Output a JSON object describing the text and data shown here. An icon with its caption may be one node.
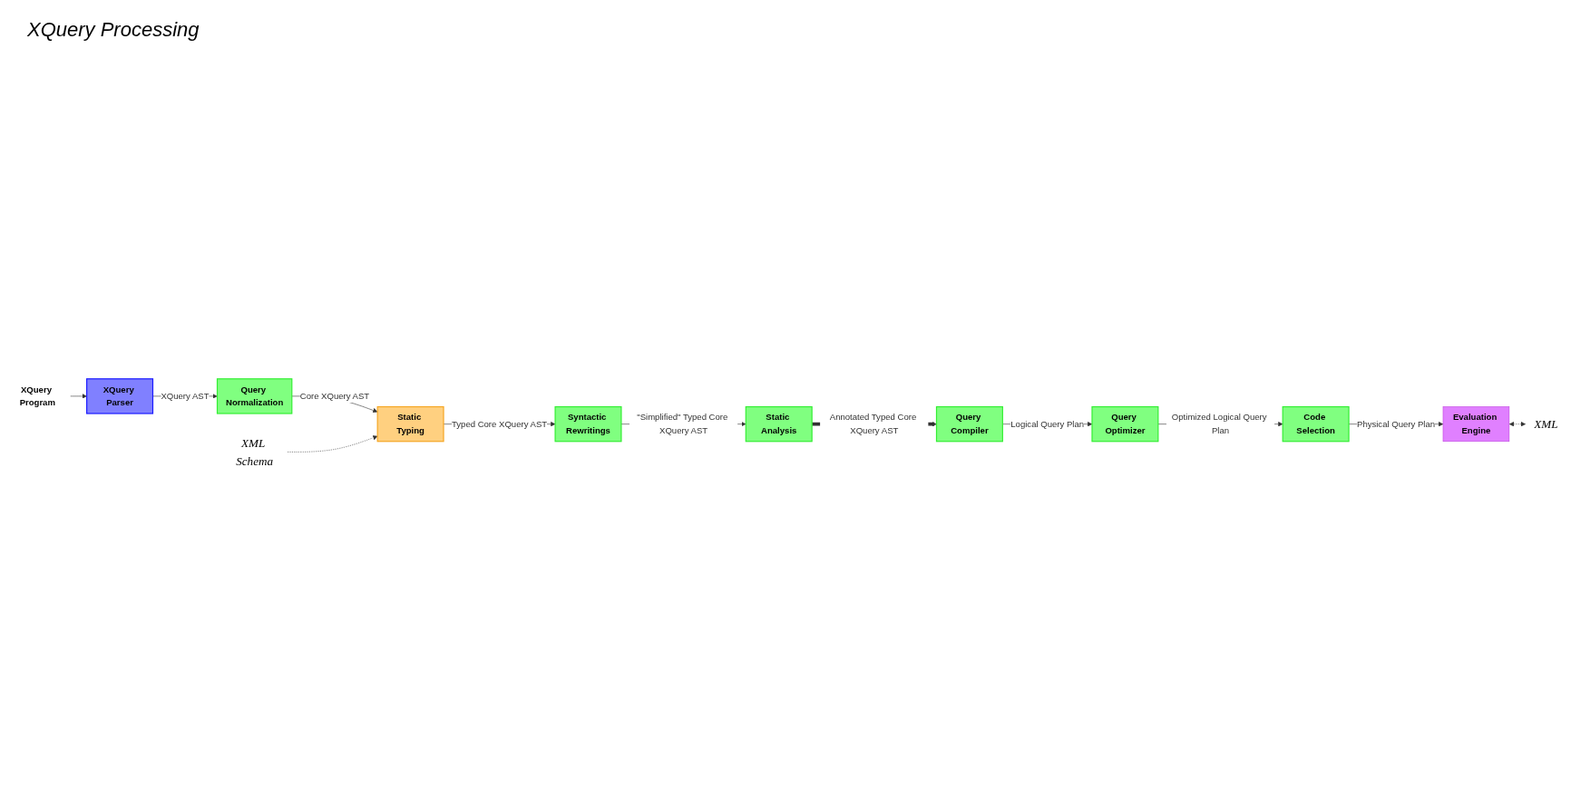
{
  "diagram": {
    "nodes": [
      {
        "text": [
          "XQuery Program"
        ]
      },
      {
        "text": [
          "XQuery Parser"
        ]
      },
      {
        "text": [
          "Query Normalization"
        ]
      },
      {
        "text": [
          "XML Schema"
        ]
      },
      {
        "text": [
          "Static Typing"
        ]
      },
      {
        "text": [
          "Syntactic Rewritings"
        ]
      },
      {
        "text": [
          "Static Analysis"
        ]
      },
      {
        "text": [
          "Query Compiler"
        ]
      },
      {
        "text": [
          "Query Optimizer"
        ]
      },
      {
        "text": [
          "Code Selection"
        ]
      },
      {
        "text": [
          "Evaluation Engine"
        ]
      },
      {
        "text": [
          "XML"
        ]
      }
    ],
    "edges": [
      {
        "from": 0,
        "to": 1,
        "arrow": "to"
      },
      {
        "from": 1,
        "to": 2,
        "arrow": "to",
        "label": "XQuery AST"
      },
      {
        "from": 2,
        "to": 4,
        "arrow": "to",
        "label": "Core XQuery AST"
      },
      {
        "from": 3,
        "to": 4,
        "arrow": "to",
        "style": "dashed"
      },
      {
        "from": 4,
        "to": 5,
        "arrow": "to",
        "label": "Typed Core XQuery AST"
      },
      {
        "from": 5,
        "to": 6,
        "arrow": "to",
        "label": "\"Simplified\" Typed Core XQuery AST"
      },
      {
        "from": 6,
        "to": 7,
        "arrow": "to",
        "style": "thick",
        "label": "Annotated Typed Core XQuery AST"
      },
      {
        "from": 7,
        "to": 8,
        "arrow": "to",
        "label": "Logical Query Plan"
      },
      {
        "from": 8,
        "to": 9,
        "arrow": "to",
        "label": "Optimized Logical Query Plan"
      },
      {
        "from": 9,
        "to": 10,
        "arrow": "to",
        "label": "Physical Query Plan"
      },
      {
        "from": 10,
        "to": 11,
        "arrow": "both",
        "style": "dashed"
      }
    ],
    "labels": [
      "XQuery Processing"
    ]
  }
}
